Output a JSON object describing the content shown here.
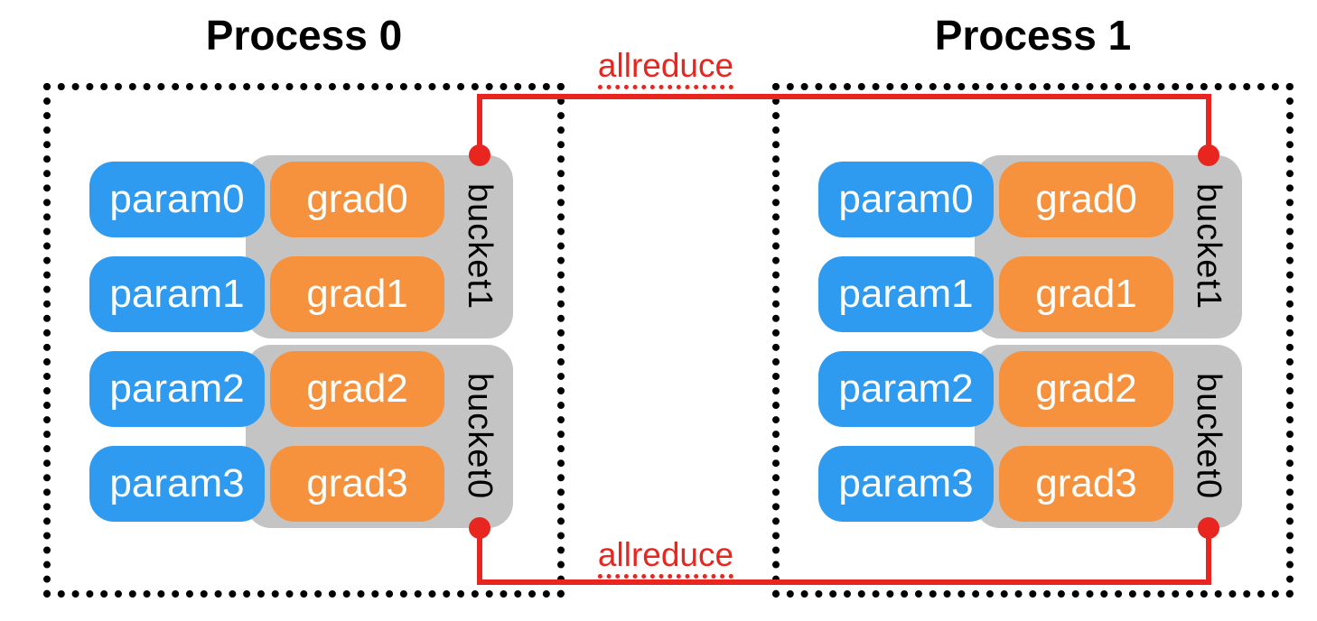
{
  "processes": [
    {
      "title": "Process 0",
      "params": [
        "param0",
        "param1",
        "param2",
        "param3"
      ],
      "grads": [
        "grad0",
        "grad1",
        "grad2",
        "grad3"
      ],
      "buckets": [
        "bucket1",
        "bucket0"
      ]
    },
    {
      "title": "Process 1",
      "params": [
        "param0",
        "param1",
        "param2",
        "param3"
      ],
      "grads": [
        "grad0",
        "grad1",
        "grad2",
        "grad3"
      ],
      "buckets": [
        "bucket1",
        "bucket0"
      ]
    }
  ],
  "connections": [
    {
      "label": "allreduce",
      "position": "top"
    },
    {
      "label": "allreduce",
      "position": "bottom"
    }
  ],
  "colors": {
    "param_fill": "#2E9BF0",
    "grad_fill": "#F6913D",
    "bucket_fill": "#C4C4C4",
    "connector": "#E8251E",
    "border": "#000000",
    "pill_text": "#FFFFFF",
    "bucket_text": "#000000",
    "title_text": "#000000"
  }
}
